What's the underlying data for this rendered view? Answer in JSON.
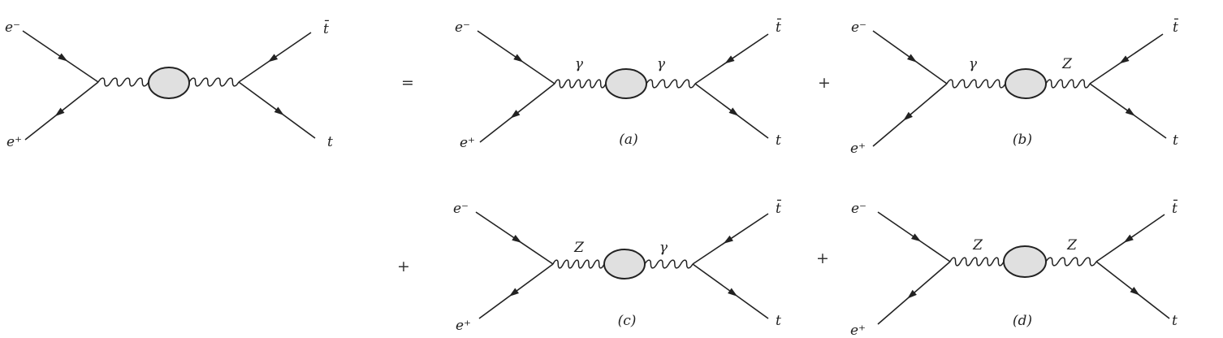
{
  "operators": {
    "equals": "=",
    "plus_1": "+",
    "plus_2": "+",
    "plus_3": "+"
  },
  "diagrams": [
    {
      "id": "total",
      "electron": "e⁻",
      "positron": "e⁺",
      "antitop": "t̄",
      "top": "t",
      "boson_left": "",
      "boson_right": "",
      "caption": ""
    },
    {
      "id": "a",
      "electron": "e⁻",
      "positron": "e⁺",
      "antitop": "t̄",
      "top": "t",
      "boson_left": "γ",
      "boson_right": "γ",
      "caption": "(a)"
    },
    {
      "id": "b",
      "electron": "e⁻",
      "positron": "e⁺",
      "antitop": "t̄",
      "top": "t",
      "boson_left": "γ",
      "boson_right": "Z",
      "caption": "(b)"
    },
    {
      "id": "c",
      "electron": "e⁻",
      "positron": "e⁺",
      "antitop": "t̄",
      "top": "t",
      "boson_left": "Z",
      "boson_right": "γ",
      "caption": "(c)"
    },
    {
      "id": "d",
      "electron": "e⁻",
      "positron": "e⁺",
      "antitop": "t̄",
      "top": "t",
      "boson_left": "Z",
      "boson_right": "Z",
      "caption": "(d)"
    }
  ]
}
